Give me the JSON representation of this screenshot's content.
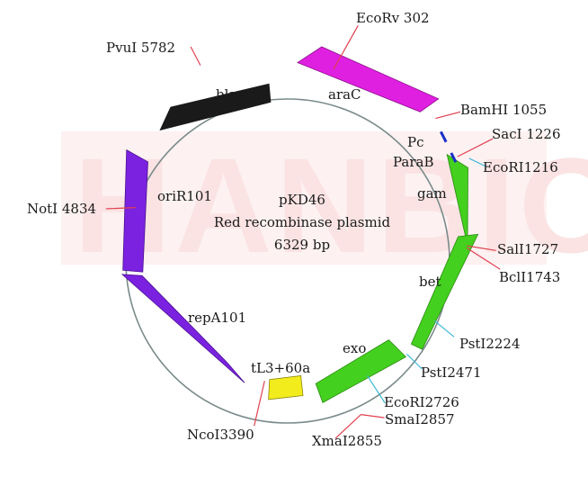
{
  "watermark": "HANBIO",
  "center": {
    "name": "pKD46",
    "description": "Red recombinase plasmid",
    "size": "6329 bp"
  },
  "features": {
    "araC": "araC",
    "bla": "bla",
    "oriR101": "oriR101",
    "repA101": "repA101",
    "gam": "gam",
    "bet": "bet",
    "exo": "exo",
    "tL3": "tL3+60a",
    "Pc": "Pc",
    "ParaB": "ParaB"
  },
  "sites": {
    "EcoRV": "EcoRv 302",
    "PvuI": "PvuI 5782",
    "BamHI": "BamHI 1055",
    "SacI": "SacI 1226",
    "EcoRI1216": "EcoRI1216",
    "NotI": "NotI 4834",
    "SalI": "SalI1727",
    "BclI": "BclI1743",
    "PstI2224": "PstI2224",
    "PstI2471": "PstI2471",
    "EcoRI2726": "EcoRI2726",
    "SmaI": "SmaI2857",
    "XmaI": "XmaI2855",
    "NcoI": "NcoI3390"
  },
  "colors": {
    "araC": "#e020e0",
    "bla": "#1a1a1a",
    "ori_rep": "#7b22e0",
    "lambda_red": "#44d01e",
    "terminator": "#f2ec1c",
    "promoter": "#1a2ec8",
    "backbone": "#7a8a8a",
    "site_red": "#e04050",
    "site_cyan": "#40b8d8"
  }
}
